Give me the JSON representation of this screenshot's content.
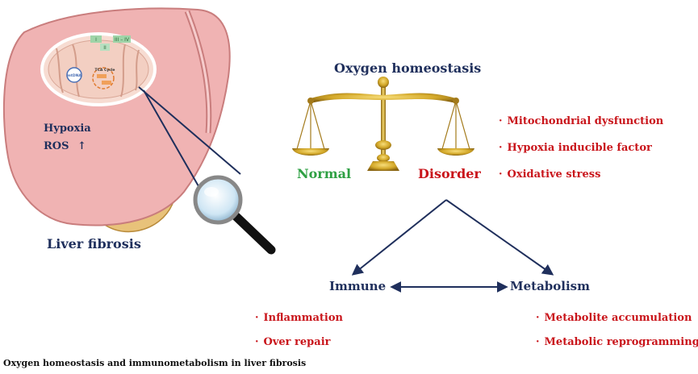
{
  "title": "Oxygen homeostasis",
  "balance": {
    "left_label": "Normal",
    "right_label": "Disorder"
  },
  "liver": {
    "caption": "Liver fibrosis",
    "signals": {
      "hypoxia": "Hypoxia",
      "ros": "ROS",
      "ros_arrow": "↑"
    },
    "mitochondrion": {
      "mtdna": "mtDNA",
      "tca": "TCA Cycle",
      "complexes": [
        "I",
        "II",
        "III – IV"
      ]
    }
  },
  "disorder_causes": [
    "Mitochondrial dysfunction",
    "Hypoxia inducible factor",
    "Oxidative stress"
  ],
  "immune": {
    "label": "Immune",
    "items": [
      "Inflammation",
      "Over repair"
    ]
  },
  "metabolism": {
    "label": "Metabolism",
    "items": [
      "Metabolite accumulation",
      "Metabolic reprogramming"
    ]
  },
  "bullet_glyph": "·",
  "figure_caption": "Oxygen homeostasis and immunometabolism in liver fibrosis",
  "colors": {
    "navy": "#1f2f5c",
    "red": "#c9151b",
    "green": "#2ea043",
    "gold": "#c9a227",
    "liver": "#f0b3b3",
    "gallbladder": "#e8c27a"
  }
}
